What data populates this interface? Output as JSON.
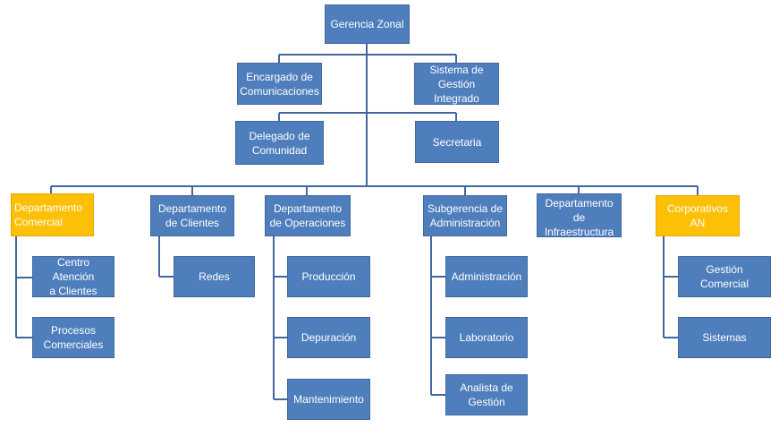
{
  "colors": {
    "box": "#4f7ebd",
    "highlight": "#fdc006",
    "line": "#41689d",
    "text": "#ffffff"
  },
  "org": {
    "root": "Gerencia Zonal",
    "staff_left": "Encargado de\nComunicaciones",
    "staff_right": "Sistema de\nGestión\nIntegrado",
    "staff_left_2": "Delegado de\nComunidad",
    "staff_right_2": "Secretaria",
    "departments": [
      {
        "label": "Departamento\nComercial",
        "highlight": true,
        "children": [
          "Centro Atención\na Clientes",
          "Procesos\nComerciales"
        ]
      },
      {
        "label": "Departamento\nde Clientes",
        "highlight": false,
        "children": [
          "Redes"
        ]
      },
      {
        "label": "Departamento\nde Operaciones",
        "highlight": false,
        "children": [
          "Producción",
          "Depuración",
          "Mantenimiento"
        ]
      },
      {
        "label": "Subgerencia de\nAdministración",
        "highlight": false,
        "children": [
          "Administración",
          "Laboratorio",
          "Analista de\nGestión"
        ]
      },
      {
        "label": "Departamento\nde\nInfraestructura",
        "highlight": false,
        "children": []
      },
      {
        "label": "Corporativos AN",
        "highlight": true,
        "children": [
          "Gestión Comercial",
          "Sistemas"
        ]
      }
    ]
  }
}
